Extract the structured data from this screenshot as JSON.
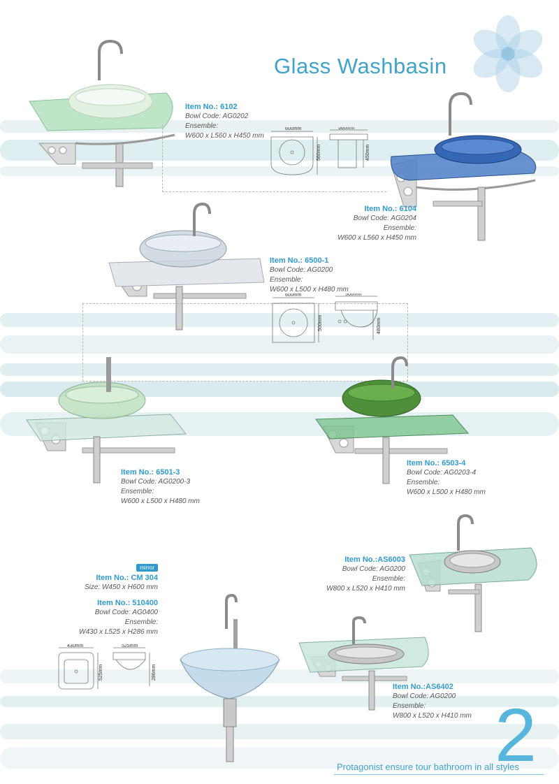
{
  "title": "Glass Washbasin",
  "page_number": "2",
  "slogan": "Protagonist ensure tour bathroom in all styles",
  "products": [
    {
      "item": "Item No.: 6102",
      "bowl": "Bowl Code: AG0202",
      "ensemble": "Ensemble:",
      "dims": "W600 x L560 x H450 mm"
    },
    {
      "item": "Item No.: 6104",
      "bowl": "Bowl Code: AG0204",
      "ensemble": "Ensemble:",
      "dims": "W600 x L560 x H450 mm"
    },
    {
      "item": "Item No.: 6500-1",
      "bowl": "Bowl Code: AG0200",
      "ensemble": "Ensemble:",
      "dims": "W600 x L500 x H480 mm"
    },
    {
      "item": "Item No.: 6501-3",
      "bowl": "Bowl Code: AG0200-3",
      "ensemble": "Ensemble:",
      "dims": "W600 x L500 x H480 mm"
    },
    {
      "item": "Item No.: 6503-4",
      "bowl": "Bowl Code: AG0203-4",
      "ensemble": "Ensemble:",
      "dims": "W600 x L500 x H480 mm"
    },
    {
      "item": "Item No.:AS6003",
      "bowl": "Bowl Code: AG0200",
      "ensemble": "Ensemble:",
      "dims": "W800 x L520 x H410 mm"
    },
    {
      "item": "Item No.:AS6402",
      "bowl": "Bowl Code: AG0200",
      "ensemble": "Ensemble:",
      "dims": "W800 x L520 x H410 mm"
    }
  ],
  "mirror": {
    "badge": "mirror",
    "item": "Item No.: CM 304",
    "size": "Size: W450 x H600 mm"
  },
  "p510400": {
    "item": "Item No.: 510400",
    "bowl": "Bowl Code: AG0400",
    "ensemble": "Ensemble:",
    "dims": "W430 x L525 x H286 mm"
  },
  "sketches": {
    "s6102": {
      "w": "600mm",
      "l": "560mm",
      "d": "560mm",
      "h": "450mm"
    },
    "s6500": {
      "w": "600mm",
      "l": "500mm",
      "d": "500mm",
      "h": "480mm"
    },
    "s510400": {
      "w": "430mm",
      "l": "525mm",
      "d": "525mm",
      "h": "286mm"
    }
  }
}
